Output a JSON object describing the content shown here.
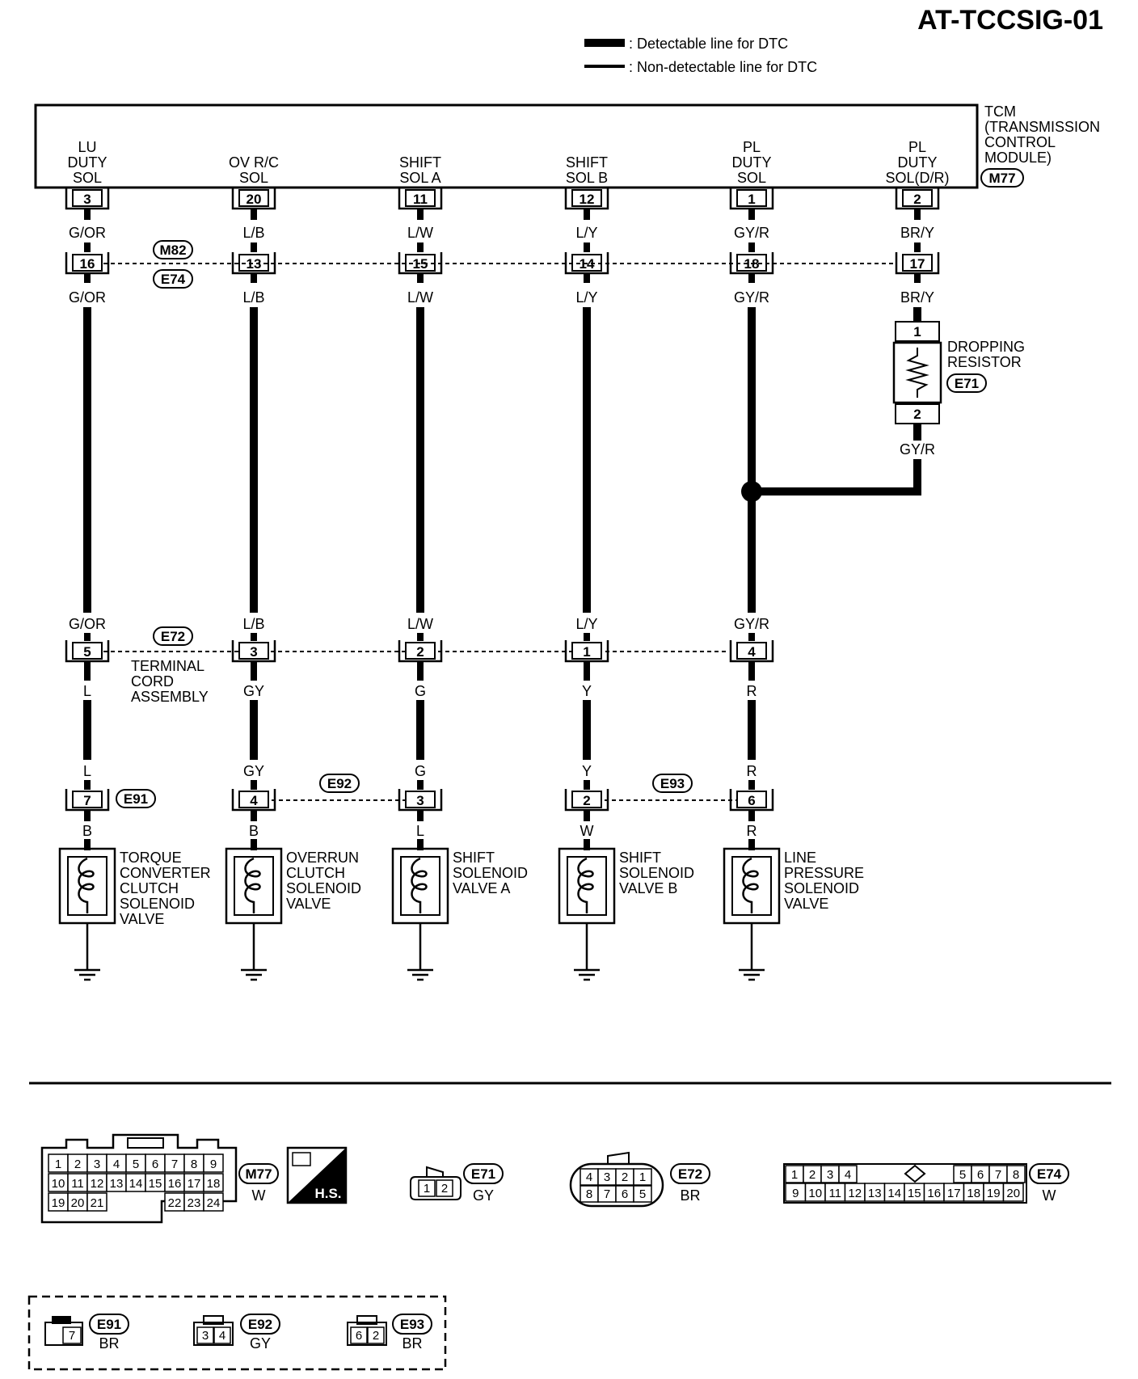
{
  "diagram_id": "AT-TCCSIG-01",
  "legend": {
    "detectable": ": Detectable line for DTC",
    "non_detectable": ": Non-detectable line for DTC"
  },
  "tcm": {
    "title_1": "TCM",
    "title_2": "(TRANSMISSION",
    "title_3": "CONTROL",
    "title_4": "MODULE)",
    "connector": "M77",
    "terminals": [
      {
        "l1": "LU",
        "l2": "DUTY",
        "l3": "SOL",
        "pin": "3"
      },
      {
        "l1": "",
        "l2": "OV R/C",
        "l3": "SOL",
        "pin": "20"
      },
      {
        "l1": "",
        "l2": "SHIFT",
        "l3": "SOL A",
        "pin": "11"
      },
      {
        "l1": "",
        "l2": "SHIFT",
        "l3": "SOL B",
        "pin": "12"
      },
      {
        "l1": "PL",
        "l2": "DUTY",
        "l3": "SOL",
        "pin": "1"
      },
      {
        "l1": "PL",
        "l2": "DUTY",
        "l3": "SOL(D/R)",
        "pin": "2"
      }
    ]
  },
  "connector_m82_e74": {
    "label_top": "M82",
    "label_bottom": "E74",
    "pins": [
      "16",
      "13",
      "15",
      "14",
      "18",
      "17"
    ],
    "wire_top": [
      "G/OR",
      "L/B",
      "L/W",
      "L/Y",
      "GY/R",
      "BR/Y"
    ],
    "wire_bottom": [
      "G/OR",
      "L/B",
      "L/W",
      "L/Y",
      "GY/R",
      "BR/Y"
    ]
  },
  "resistor": {
    "line1": "DROPPING",
    "line2": "RESISTOR",
    "connector": "E71",
    "pin_top": "1",
    "pin_bottom": "2",
    "wire_out": "GY/R"
  },
  "connector_e72": {
    "label": "E72",
    "name_1": "TERMINAL",
    "name_2": "CORD",
    "name_3": "ASSEMBLY",
    "pins": [
      "5",
      "3",
      "2",
      "1",
      "4"
    ],
    "wire_top": [
      "G/OR",
      "L/B",
      "L/W",
      "L/Y",
      "GY/R"
    ],
    "wire_bottom": [
      "L",
      "GY",
      "G",
      "Y",
      "R"
    ]
  },
  "solenoid_connectors": {
    "e91": "E91",
    "e92": "E92",
    "e93": "E93",
    "pins": [
      "7",
      "4",
      "3",
      "2",
      "6"
    ],
    "wire_top": [
      "L",
      "GY",
      "G",
      "Y",
      "R"
    ],
    "wire_bottom": [
      "B",
      "B",
      "L",
      "W",
      "R"
    ]
  },
  "solenoids": [
    {
      "l1": "TORQUE",
      "l2": "CONVERTER",
      "l3": "CLUTCH",
      "l4": "SOLENOID",
      "l5": "VALVE"
    },
    {
      "l1": "OVERRUN",
      "l2": "CLUTCH",
      "l3": "SOLENOID",
      "l4": "VALVE",
      "l5": ""
    },
    {
      "l1": "SHIFT",
      "l2": "SOLENOID",
      "l3": "VALVE A",
      "l4": "",
      "l5": ""
    },
    {
      "l1": "SHIFT",
      "l2": "SOLENOID",
      "l3": "VALVE B",
      "l4": "",
      "l5": ""
    },
    {
      "l1": "LINE",
      "l2": "PRESSURE",
      "l3": "SOLENOID",
      "l4": "VALVE",
      "l5": ""
    }
  ],
  "connector_views": {
    "m77": {
      "label": "M77",
      "color": "W",
      "hs": "H.S.",
      "row1": [
        "1",
        "2",
        "3",
        "4",
        "5",
        "6",
        "7",
        "8",
        "9"
      ],
      "row2": [
        "10",
        "11",
        "12",
        "13",
        "14",
        "15",
        "16",
        "17",
        "18"
      ],
      "row3a": [
        "19",
        "20",
        "21"
      ],
      "row3b": [
        "22",
        "23",
        "24"
      ]
    },
    "e71": {
      "label": "E71",
      "color": "GY",
      "pins": [
        "1",
        "2"
      ]
    },
    "e72": {
      "label": "E72",
      "color": "BR",
      "row1": [
        "4",
        "3",
        "2",
        "1"
      ],
      "row2": [
        "8",
        "7",
        "6",
        "5"
      ]
    },
    "e74": {
      "label": "E74",
      "color": "W",
      "row1a": [
        "1",
        "2",
        "3",
        "4"
      ],
      "row1b": [
        "5",
        "6",
        "7",
        "8"
      ],
      "row2": [
        "9",
        "10",
        "11",
        "12",
        "13",
        "14",
        "15",
        "16",
        "17",
        "18",
        "19",
        "20"
      ]
    },
    "e91": {
      "label": "E91",
      "color": "BR",
      "pin": "7"
    },
    "e92": {
      "label": "E92",
      "color": "GY",
      "pins": [
        "3",
        "4"
      ]
    },
    "e93": {
      "label": "E93",
      "color": "BR",
      "pins": [
        "6",
        "2"
      ]
    }
  }
}
